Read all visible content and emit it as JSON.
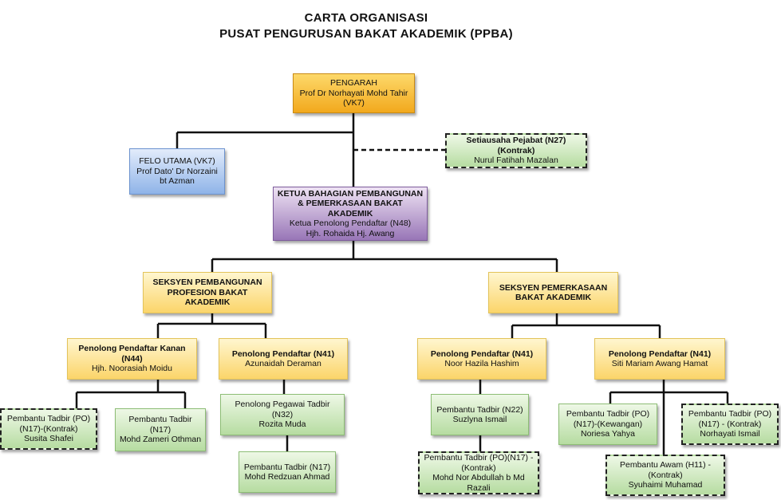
{
  "header": {
    "title_line1": "CARTA  ORGANISASI",
    "title_line2": "PUSAT PENGURUSAN BAKAT AKADEMIK (PPBA)"
  },
  "nodes": {
    "pengarah": {
      "role": "PENGARAH",
      "name": "Prof Dr Norhayati Mohd Tahir",
      "grade": "(VK7)"
    },
    "felo": {
      "role": "FELO UTAMA (VK7)",
      "name": "Prof Dato' Dr Norzaini bt Azman"
    },
    "setiausaha": {
      "role": "Setiausaha Pejabat (N27) (Kontrak)",
      "name": "Nurul Fatihah Mazalan"
    },
    "ketua": {
      "role": "KETUA BAHAGIAN PEMBANGUNAN & PEMERKASAAN BAKAT AKADEMIK",
      "position": "Ketua Penolong Pendaftar (N48)",
      "name": "Hjh. Rohaida Hj. Awang"
    },
    "seksyen_pembangunan": {
      "label": "SEKSYEN PEMBANGUNAN PROFESION BAKAT AKADEMIK"
    },
    "seksyen_pemerkasaan": {
      "label": "SEKSYEN PEMERKASAAN BAKAT AKADEMIK"
    },
    "pp_kanan": {
      "role": "Penolong Pendaftar Kanan (N44)",
      "name": "Hjh. Noorasiah Moidu"
    },
    "pp_azunaidah": {
      "role": "Penolong Pendaftar (N41)",
      "name": "Azunaidah Deraman"
    },
    "pp_noor": {
      "role": "Penolong Pendaftar (N41)",
      "name": "Noor Hazila Hashim"
    },
    "pp_siti": {
      "role": "Penolong Pendaftar (N41)",
      "name": "Siti Mariam Awang Hamat"
    },
    "pt_susita": {
      "role": "Pembantu Tadbir (PO) (N17)-(Kontrak)",
      "name": "Susita Shafei"
    },
    "pt_zameri": {
      "role": "Pembantu Tadbir (N17)",
      "name": "Mohd Zameri Othman"
    },
    "ppt_rozita": {
      "role": "Penolong Pegawai Tadbir (N32)",
      "name": "Rozita Muda"
    },
    "pt_redzuan": {
      "role": "Pembantu Tadbir (N17)",
      "name": "Mohd Redzuan Ahmad"
    },
    "pt_suzlyna": {
      "role": "Pembantu Tadbir (N22)",
      "name": "Suzlyna Ismail"
    },
    "pt_abdullah": {
      "role": "Pembantu Tadbir (PO)(N17) - (Kontrak)",
      "name": "Mohd  Nor Abdullah b Md Razali"
    },
    "pt_noriesa": {
      "role": "Pembantu Tadbir (PO) (N17)-(Kewangan)",
      "name": "Noriesa Yahya"
    },
    "pa_syuhaimi": {
      "role": "Pembantu Awam (H11) - (Kontrak)",
      "name": "Syuhaimi Muhamad"
    },
    "pt_norhayati": {
      "role": "Pembantu Tadbir (PO) (N17) - (Kontrak)",
      "name": "Norhayati Ismail"
    }
  }
}
